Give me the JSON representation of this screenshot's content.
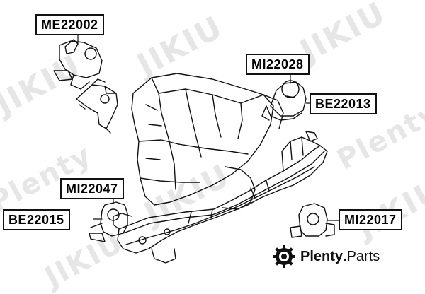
{
  "labels": {
    "me22002": "ME22002",
    "mi22028": "MI22028",
    "be22013": "BE22013",
    "mi22047": "MI22047",
    "be22015": "BE22015",
    "mi22017": "MI22017"
  },
  "watermark": {
    "brand": "JIKIU",
    "site": "Plenty"
  },
  "logo": {
    "brand": "Plenty",
    "dot": ".",
    "tld": "Parts"
  },
  "colors": {
    "line": "#111111",
    "watermark": "#e6e6e6",
    "background": "#ffffff"
  }
}
